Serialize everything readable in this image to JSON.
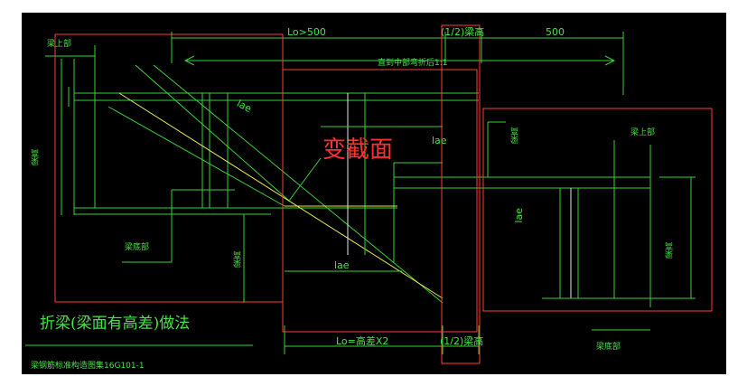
{
  "drawing": {
    "title": "折梁(梁面有高差)做法",
    "footer_note": "梁钢筋标准构造图集16G101-1",
    "annotation": "变截面",
    "top_dims": {
      "lo_left": "Lo>500",
      "half_beam_height_top": "(1/2)梁高",
      "right_500": "500"
    },
    "bottom_dims": {
      "lo_height_diff": "Lo=高差X2",
      "half_beam_height_bottom": "(1/2)梁高"
    },
    "labels": {
      "top_left_rebar": "梁上部",
      "top_right_rebar": "梁上部",
      "bottom_left_rebar": "梁底部",
      "bottom_right_rebar": "梁底部",
      "top_mid_note": "直到中部弯折后1:1",
      "lae_diag": "lae",
      "lae_mid": "lae",
      "lae_bottom": "lae",
      "lae_right_vertical": "lae",
      "height_left": "梁高",
      "height_mid": "梁高",
      "height_right_mid": "梁高",
      "height_right": "梁高"
    }
  },
  "colors": {
    "background": "#000000",
    "line_green": "#39d239",
    "line_yellow": "#e6e64a",
    "line_white": "#e8e8e8",
    "frame_red": "#ff3b3b"
  }
}
